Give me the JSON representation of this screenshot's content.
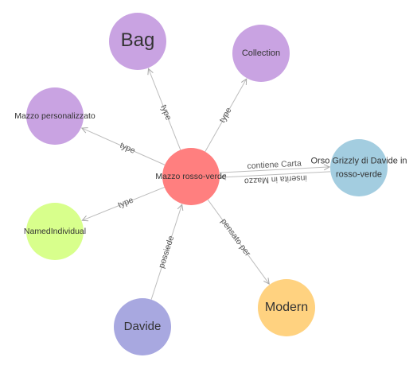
{
  "graph": {
    "nodes": [
      {
        "id": "mazzo",
        "label": "Mazzo rosso-verde",
        "color": "#ff7f7f"
      },
      {
        "id": "bag",
        "label": "Bag",
        "color": "#c9a3e2"
      },
      {
        "id": "collection",
        "label": "Collection",
        "color": "#c9a3e2"
      },
      {
        "id": "personalizzato",
        "label": "Mazzo personalizzato",
        "color": "#c9a3e2"
      },
      {
        "id": "orso",
        "label": "Orso Grizzly di Davide in rosso-verde",
        "color": "#a3cde0"
      },
      {
        "id": "named",
        "label": "NamedIndividual",
        "color": "#d8ff8c"
      },
      {
        "id": "davide",
        "label": "Davide",
        "color": "#a8a8e0"
      },
      {
        "id": "modern",
        "label": "Modern",
        "color": "#ffd280"
      }
    ],
    "edges": [
      {
        "from": "mazzo",
        "to": "bag",
        "label": "type"
      },
      {
        "from": "mazzo",
        "to": "collection",
        "label": "type"
      },
      {
        "from": "mazzo",
        "to": "personalizzato",
        "label": "type"
      },
      {
        "from": "mazzo",
        "to": "named",
        "label": "type"
      },
      {
        "from": "mazzo",
        "to": "orso",
        "label": "contiene Carta"
      },
      {
        "from": "orso",
        "to": "mazzo",
        "label": "inserita in Mazzo"
      },
      {
        "from": "davide",
        "to": "mazzo",
        "label": "possiede"
      },
      {
        "from": "mazzo",
        "to": "modern",
        "label": "pensato per"
      }
    ]
  }
}
